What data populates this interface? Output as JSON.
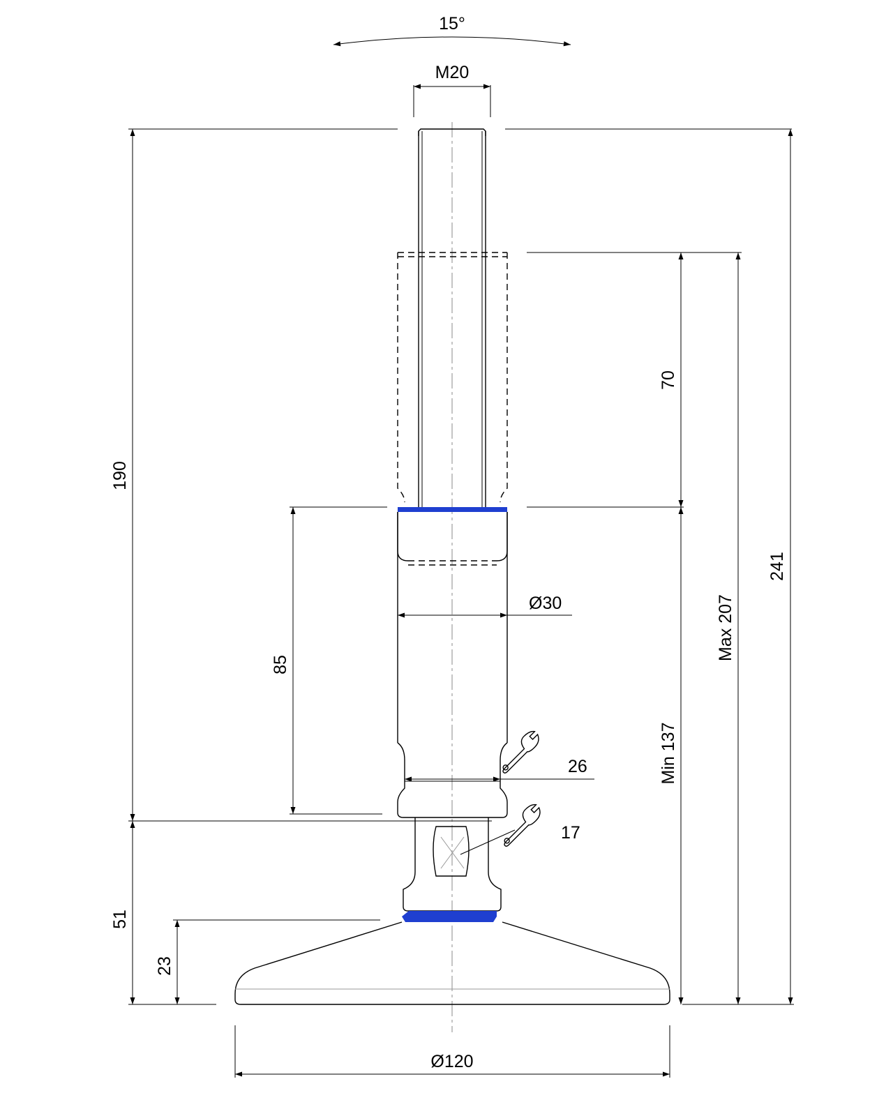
{
  "colors": {
    "line": "#000000",
    "accent_ring": "#1f3fd0",
    "centerline": "#888888"
  },
  "dimensions": {
    "tilt_angle": "15°",
    "thread": "M20",
    "overall_height": "241",
    "max_height": "Max 207",
    "min_height": "Min 137",
    "adjust_range": "70",
    "spindle_length": "190",
    "body_length": "85",
    "body_diameter": "Ø30",
    "wrench_body": "26",
    "wrench_base": "17",
    "base_height": "51",
    "pad_height": "23",
    "pad_diameter": "Ø120"
  },
  "icons": {
    "wrench_body": "wrench-icon",
    "wrench_base": "wrench-icon"
  }
}
